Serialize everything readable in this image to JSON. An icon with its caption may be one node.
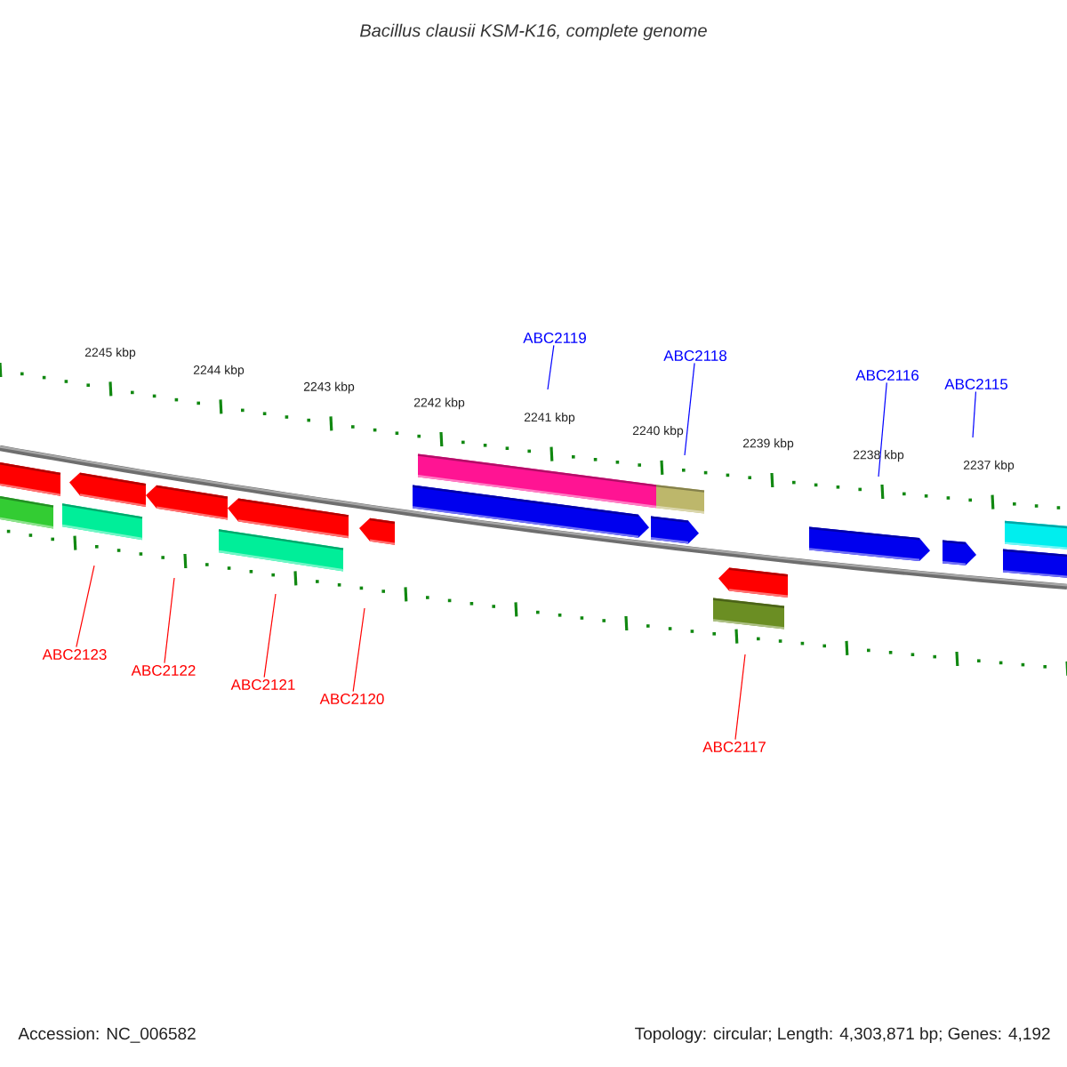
{
  "diagram": {
    "title": "Bacillus clausii KSM-K16, complete genome",
    "nodes": [
      {
        "text": [
          "ABC2119"
        ]
      },
      {
        "text": [
          "ABC2118"
        ]
      },
      {
        "text": [
          "ABC2116"
        ]
      },
      {
        "text": [
          "ABC2115"
        ]
      },
      {
        "text": [
          "ABC2123"
        ]
      },
      {
        "text": [
          "ABC2122"
        ]
      },
      {
        "text": [
          "ABC2121"
        ]
      },
      {
        "text": [
          "ABC2120"
        ]
      },
      {
        "text": [
          "ABC2117"
        ]
      }
    ],
    "edges": [
      {
        "from": 0,
        "to": null,
        "arrow": "none",
        "color": "#0000ff"
      },
      {
        "from": 1,
        "to": null,
        "arrow": "none",
        "color": "#0000ff"
      },
      {
        "from": 2,
        "to": null,
        "arrow": "none",
        "color": "#0000ff"
      },
      {
        "from": 3,
        "to": null,
        "arrow": "none",
        "color": "#0000ff"
      },
      {
        "from": 4,
        "to": null,
        "arrow": "none"
      },
      {
        "from": 5,
        "to": null,
        "arrow": "none"
      },
      {
        "from": 6,
        "to": null,
        "arrow": "none"
      },
      {
        "from": 7,
        "to": null,
        "arrow": "none"
      },
      {
        "from": 8,
        "to": null,
        "arrow": "none"
      }
    ],
    "labels": [
      "2245 kbp",
      "2244 kbp",
      "2243 kbp",
      "2242 kbp",
      "2241 kbp",
      "2240 kbp",
      "2239 kbp",
      "2238 kbp",
      "2237 kbp",
      "Accession: NC_006582",
      "Topology: circular; Length: 4,303,871 bp; Genes: 4,192"
    ]
  }
}
